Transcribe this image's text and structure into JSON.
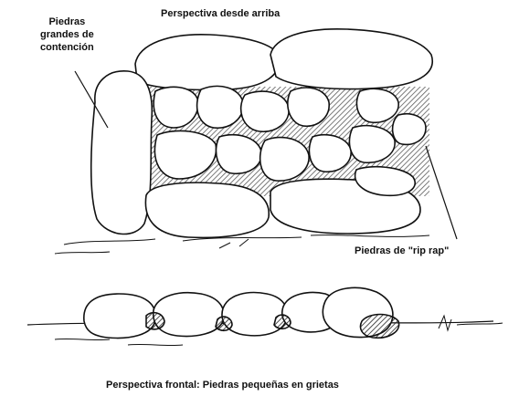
{
  "labels": {
    "top_title": "Perspectiva desde arriba",
    "retaining_line1": "Piedras",
    "retaining_line2": "grandes de",
    "retaining_line3": "contención",
    "riprap": "Piedras de \"rip rap\"",
    "bottom_title": "Perspectiva frontal: Piedras pequeñas en grietas"
  },
  "colors": {
    "ink": "#111111",
    "shade": "#555555",
    "background": "#ffffff"
  }
}
